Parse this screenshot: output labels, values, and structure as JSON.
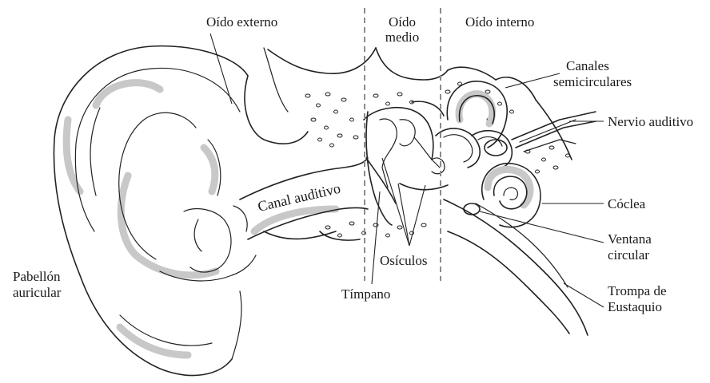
{
  "labels": {
    "outer_ear": "Oído externo",
    "middle_ear_line1": "Oído",
    "middle_ear_line2": "medio",
    "inner_ear": "Oído interno",
    "semicircular_line1": "Canales",
    "semicircular_line2": "semicirculares",
    "auditory_nerve": "Nervio auditivo",
    "cochlea": "Cóclea",
    "round_window_line1": "Ventana",
    "round_window_line2": "circular",
    "eustachian_line1": "Trompa de",
    "eustachian_line2": "Eustaquio",
    "ossicles": "Osículos",
    "eardrum": "Tímpano",
    "auricle_line1": "Pabellón",
    "auricle_line2": "auricular",
    "ear_canal": "Canal auditivo"
  },
  "colors": {
    "line": "#222222",
    "shading": "#c8c8c8",
    "divider": "#8c8c8c",
    "background": "#ffffff"
  }
}
